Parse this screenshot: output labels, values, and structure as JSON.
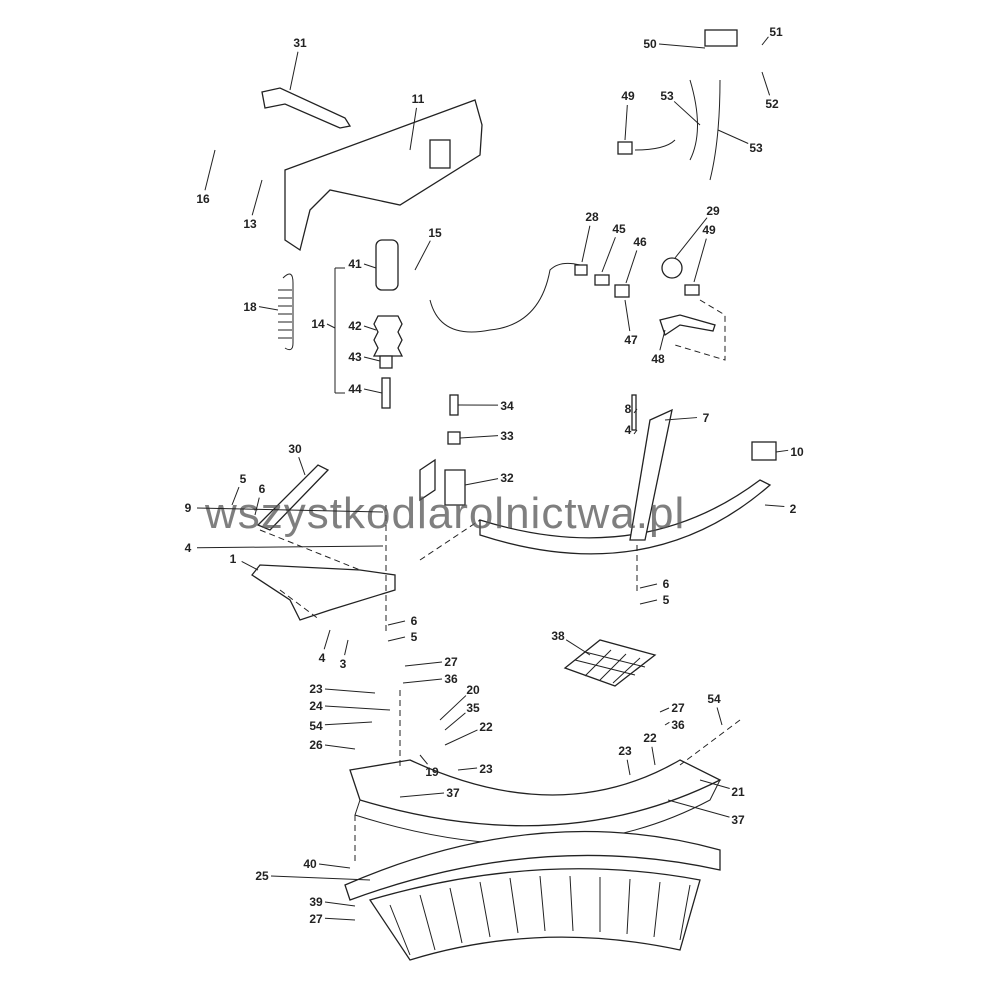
{
  "watermark": "wszystkodlarolnictwa.pl",
  "callouts": [
    "31",
    "11",
    "16",
    "13",
    "15",
    "41",
    "18",
    "14",
    "42",
    "43",
    "44",
    "50",
    "51",
    "52",
    "49",
    "53",
    "53",
    "28",
    "45",
    "46",
    "29",
    "49",
    "47",
    "48",
    "34",
    "33",
    "8",
    "4",
    "7",
    "10",
    "30",
    "5",
    "6",
    "32",
    "9",
    "2",
    "4",
    "1",
    "6",
    "5",
    "6",
    "5",
    "4",
    "3",
    "38",
    "27",
    "36",
    "23",
    "20",
    "24",
    "35",
    "54",
    "22",
    "26",
    "19",
    "23",
    "37",
    "27",
    "36",
    "54",
    "22",
    "23",
    "21",
    "37",
    "40",
    "25",
    "39",
    "27"
  ]
}
